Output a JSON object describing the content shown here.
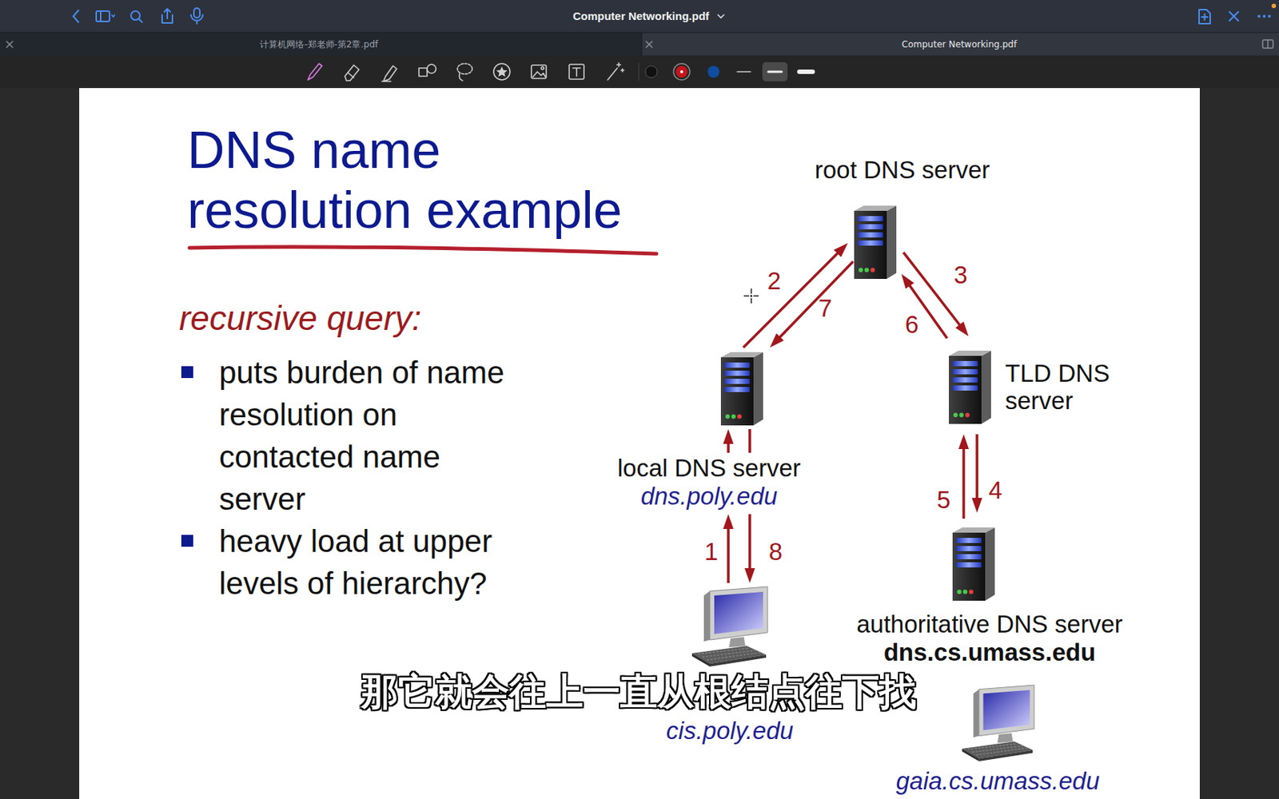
{
  "diagram": {
    "title": "DNS name resolution example",
    "caption": "那它就会往上一直从根结点往下找",
    "nodes": [
      {
        "text": [
          "root DNS server"
        ]
      },
      {
        "text": [
          "local DNS server",
          "dns.poly.edu"
        ]
      },
      {
        "text": [
          "TLD DNS server"
        ]
      },
      {
        "text": [
          "authoritative DNS server",
          "dns.cs.umass.edu"
        ]
      },
      {
        "text": [
          "cis.poly.edu"
        ]
      },
      {
        "text": [
          "gaia.cs.umass.edu"
        ]
      }
    ],
    "edges": [
      {
        "from": 4,
        "to": 1,
        "arrow": "to",
        "label": "1"
      },
      {
        "from": 1,
        "to": 0,
        "arrow": "to",
        "label": "2"
      },
      {
        "from": 0,
        "to": 2,
        "arrow": "to",
        "label": "3"
      },
      {
        "from": 2,
        "to": 3,
        "arrow": "to",
        "label": "4"
      },
      {
        "from": 3,
        "to": 2,
        "arrow": "to",
        "label": "5"
      },
      {
        "from": 2,
        "to": 0,
        "arrow": "to",
        "label": "6"
      },
      {
        "from": 0,
        "to": 1,
        "arrow": "to",
        "label": "7"
      },
      {
        "from": 1,
        "to": 4,
        "arrow": "to",
        "label": "8"
      }
    ],
    "labels": [
      "Computer Networking.pdf",
      "计算机网络-郑老师-第2章.pdf",
      "Computer Networking.pdf",
      "recursive query:",
      "puts burden of name resolution on contacted name server",
      "heavy load at upper levels of hierarchy?"
    ]
  }
}
